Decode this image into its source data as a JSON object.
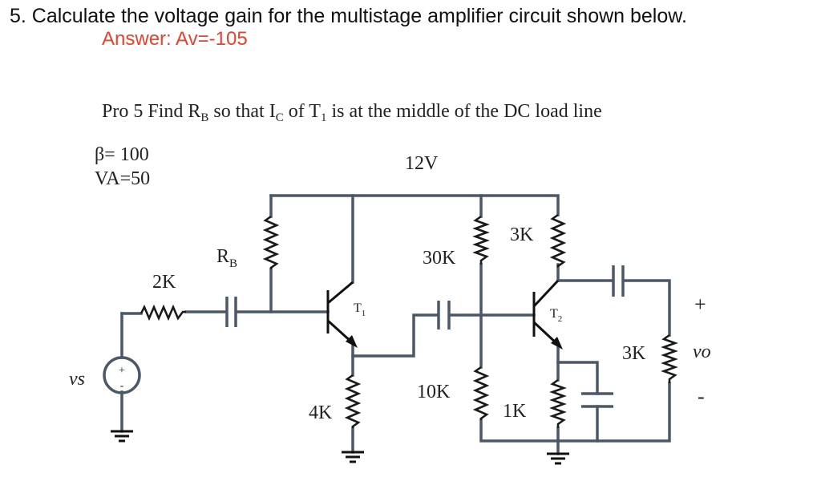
{
  "question": "5. Calculate the voltage gain for the multistage amplifier circuit shown below.",
  "answer": "Answer: Av=-105",
  "problem": {
    "pre": "Pro 5  Find R",
    "rb_sub": "B",
    "mid1": " so that I",
    "ic_sub": "C",
    "mid2": " of T",
    "t_sub": "1",
    "post": " is at the middle of the DC load line"
  },
  "params": {
    "beta": "β= 100",
    "va": "VA=50"
  },
  "circuit": {
    "supply": "12V",
    "rb_main": "R",
    "rb_sub": "B",
    "r_source": "2K",
    "r_emitter1": "4K",
    "r_30k": "30K",
    "r_10k": "10K",
    "r_collector2": "3K",
    "r_emitter2": "1K",
    "r_load": "3K",
    "source_label": "vs",
    "source_plus": "+",
    "source_minus": "-",
    "t1_main": "T",
    "t1_sub": "1",
    "t2_main": "T",
    "t2_sub": "2",
    "out_plus": "+",
    "out_label": "vo",
    "out_minus": "-"
  },
  "colors": {
    "answer": "#e8412c",
    "wire": "#4a5868"
  }
}
